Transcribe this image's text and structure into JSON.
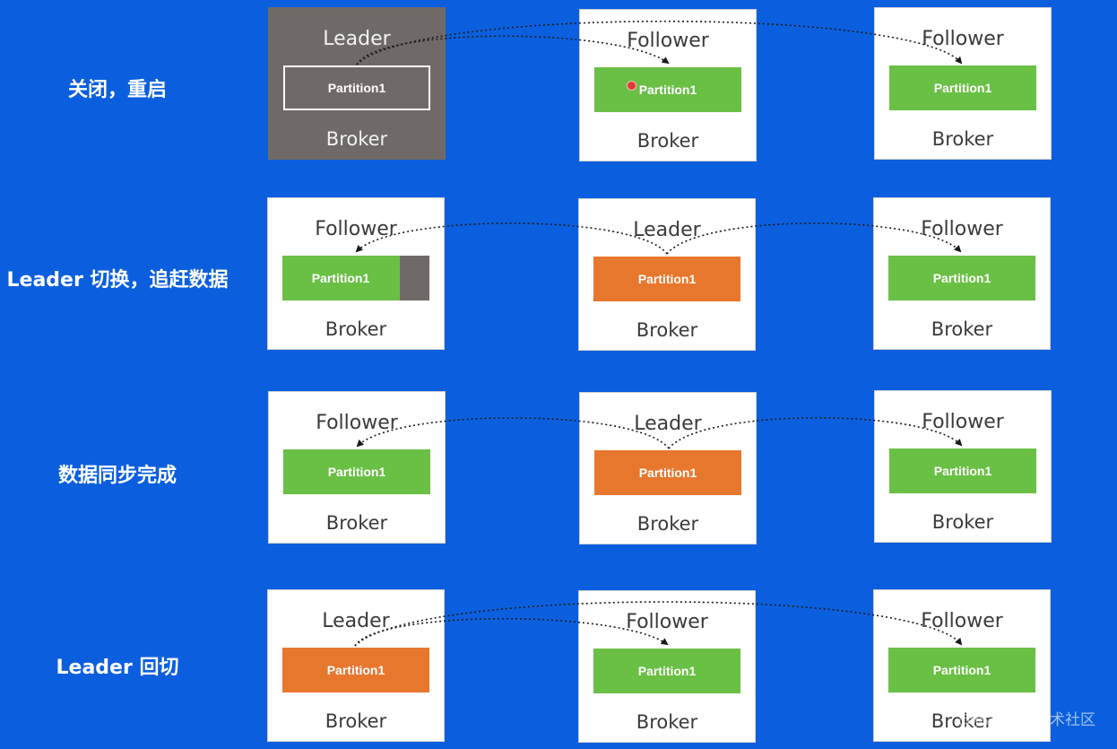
{
  "rows": [
    {
      "label": "关闭，重启",
      "brokers": [
        {
          "role": "Leader",
          "partition": "Partition1",
          "broker": "Broker"
        },
        {
          "role": "Follower",
          "partition": "Partition1",
          "broker": "Broker"
        },
        {
          "role": "Follower",
          "partition": "Partition1",
          "broker": "Broker"
        }
      ]
    },
    {
      "label": "Leader 切换，追赶数据",
      "brokers": [
        {
          "role": "Follower",
          "partition": "Partition1",
          "broker": "Broker"
        },
        {
          "role": "Leader",
          "partition": "Partition1",
          "broker": "Broker"
        },
        {
          "role": "Follower",
          "partition": "Partition1",
          "broker": "Broker"
        }
      ]
    },
    {
      "label": "数据同步完成",
      "brokers": [
        {
          "role": "Follower",
          "partition": "Partition1",
          "broker": "Broker"
        },
        {
          "role": "Leader",
          "partition": "Partition1",
          "broker": "Broker"
        },
        {
          "role": "Follower",
          "partition": "Partition1",
          "broker": "Broker"
        }
      ]
    },
    {
      "label": "Leader 回切",
      "brokers": [
        {
          "role": "Leader",
          "partition": "Partition1",
          "broker": "Broker"
        },
        {
          "role": "Follower",
          "partition": "Partition1",
          "broker": "Broker"
        },
        {
          "role": "Follower",
          "partition": "Partition1",
          "broker": "Broker"
        }
      ]
    }
  ],
  "colors": {
    "background": "#0b5fde",
    "leader_partition": "#e8772e",
    "follower_partition": "#6abf45",
    "offline_broker": "#6f6a68"
  },
  "watermark": "@稀土掘金技术社区"
}
